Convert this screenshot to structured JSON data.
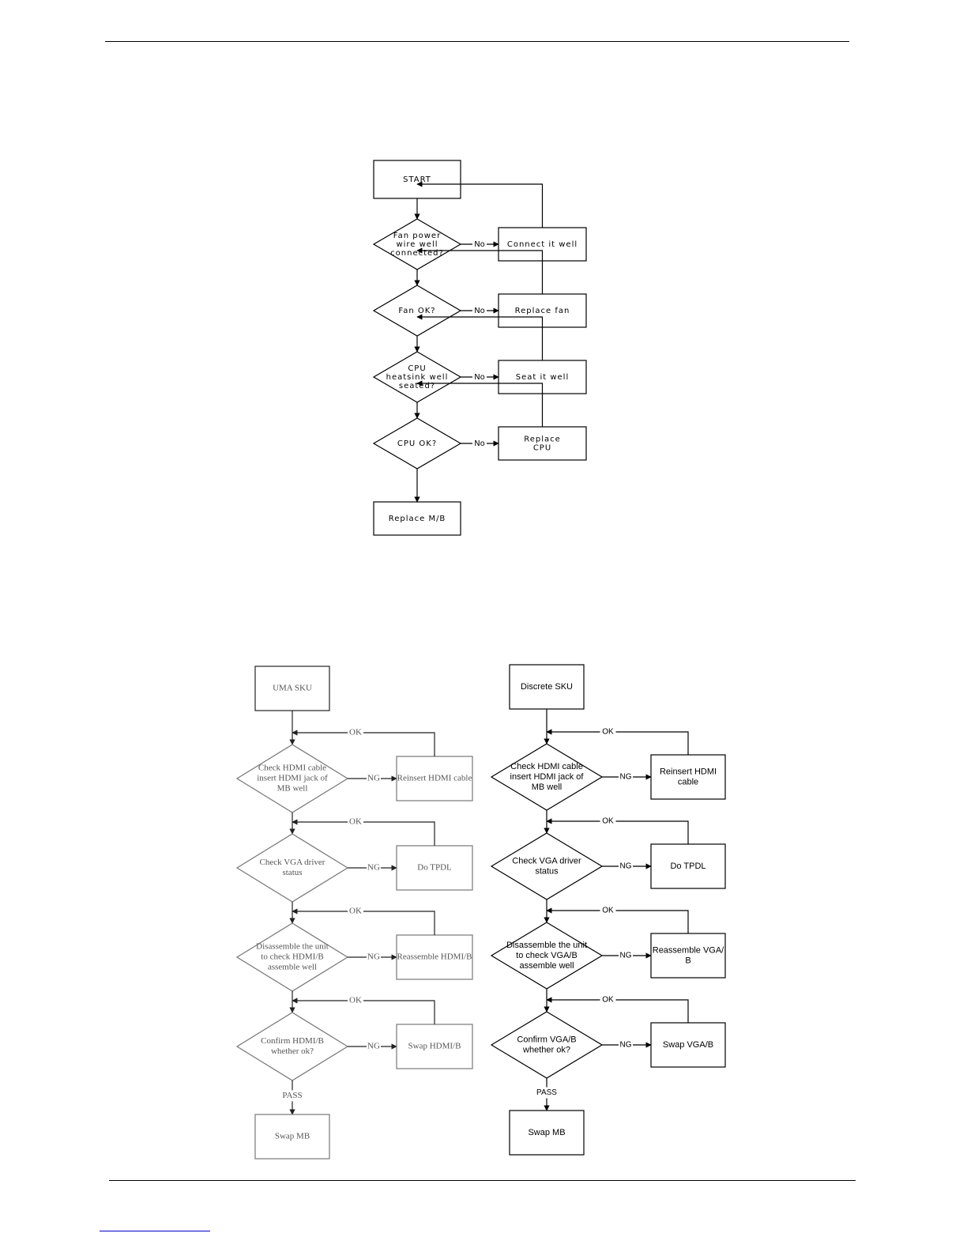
{
  "fan_flow": {
    "start": "START",
    "decisions": [
      {
        "lines": [
          "Fan power",
          "wire well",
          "connected?"
        ],
        "branch": "No",
        "action": [
          "Connect it well"
        ]
      },
      {
        "lines": [
          "Fan OK?"
        ],
        "branch": "No",
        "action": [
          "Replace fan"
        ]
      },
      {
        "lines": [
          "CPU",
          "heatsink well",
          "seated?"
        ],
        "branch": "No",
        "action": [
          "Seat it well"
        ]
      },
      {
        "lines": [
          "CPU OK?"
        ],
        "branch": "No",
        "action": [
          "Replace",
          "CPU"
        ]
      }
    ],
    "end": "Replace M/B"
  },
  "uma_flow": {
    "start": "UMA SKU",
    "loop_label": "OK",
    "decisions": [
      {
        "lines": [
          "Check HDMI cable",
          "insert HDMI jack of",
          "MB well"
        ],
        "branch": "NG",
        "action": [
          "Reinsert HDMI cable"
        ]
      },
      {
        "lines": [
          "Check VGA driver",
          "status"
        ],
        "branch": "NG",
        "action": [
          "Do TPDL"
        ]
      },
      {
        "lines": [
          "Disassemble the unit",
          "to check HDMI/B",
          "assemble well"
        ],
        "branch": "NG",
        "action": [
          "Reassemble HDMI/B"
        ]
      },
      {
        "lines": [
          "Confirm HDMI/B",
          "whether ok?"
        ],
        "branch": "NG",
        "action": [
          "Swap HDMI/B"
        ]
      }
    ],
    "pass_label": "PASS",
    "end": "Swap MB"
  },
  "discrete_flow": {
    "start": "Discrete SKU",
    "loop_label": "OK",
    "decisions": [
      {
        "lines": [
          "Check HDMI cable",
          "insert HDMI jack of",
          "MB well"
        ],
        "branch": "NG",
        "action": [
          "Reinsert HDMI",
          "cable"
        ]
      },
      {
        "lines": [
          "Check VGA driver",
          "status"
        ],
        "branch": "NG",
        "action": [
          "Do TPDL"
        ]
      },
      {
        "lines": [
          "Disassemble the unit",
          "to check VGA/B",
          "assemble well"
        ],
        "branch": "NG",
        "action": [
          "Reassemble VGA/",
          "B"
        ]
      },
      {
        "lines": [
          "Confirm VGA/B",
          "whether ok?"
        ],
        "branch": "NG",
        "action": [
          "Swap VGA/B"
        ]
      }
    ],
    "pass_label": "PASS",
    "end": "Swap MB"
  }
}
